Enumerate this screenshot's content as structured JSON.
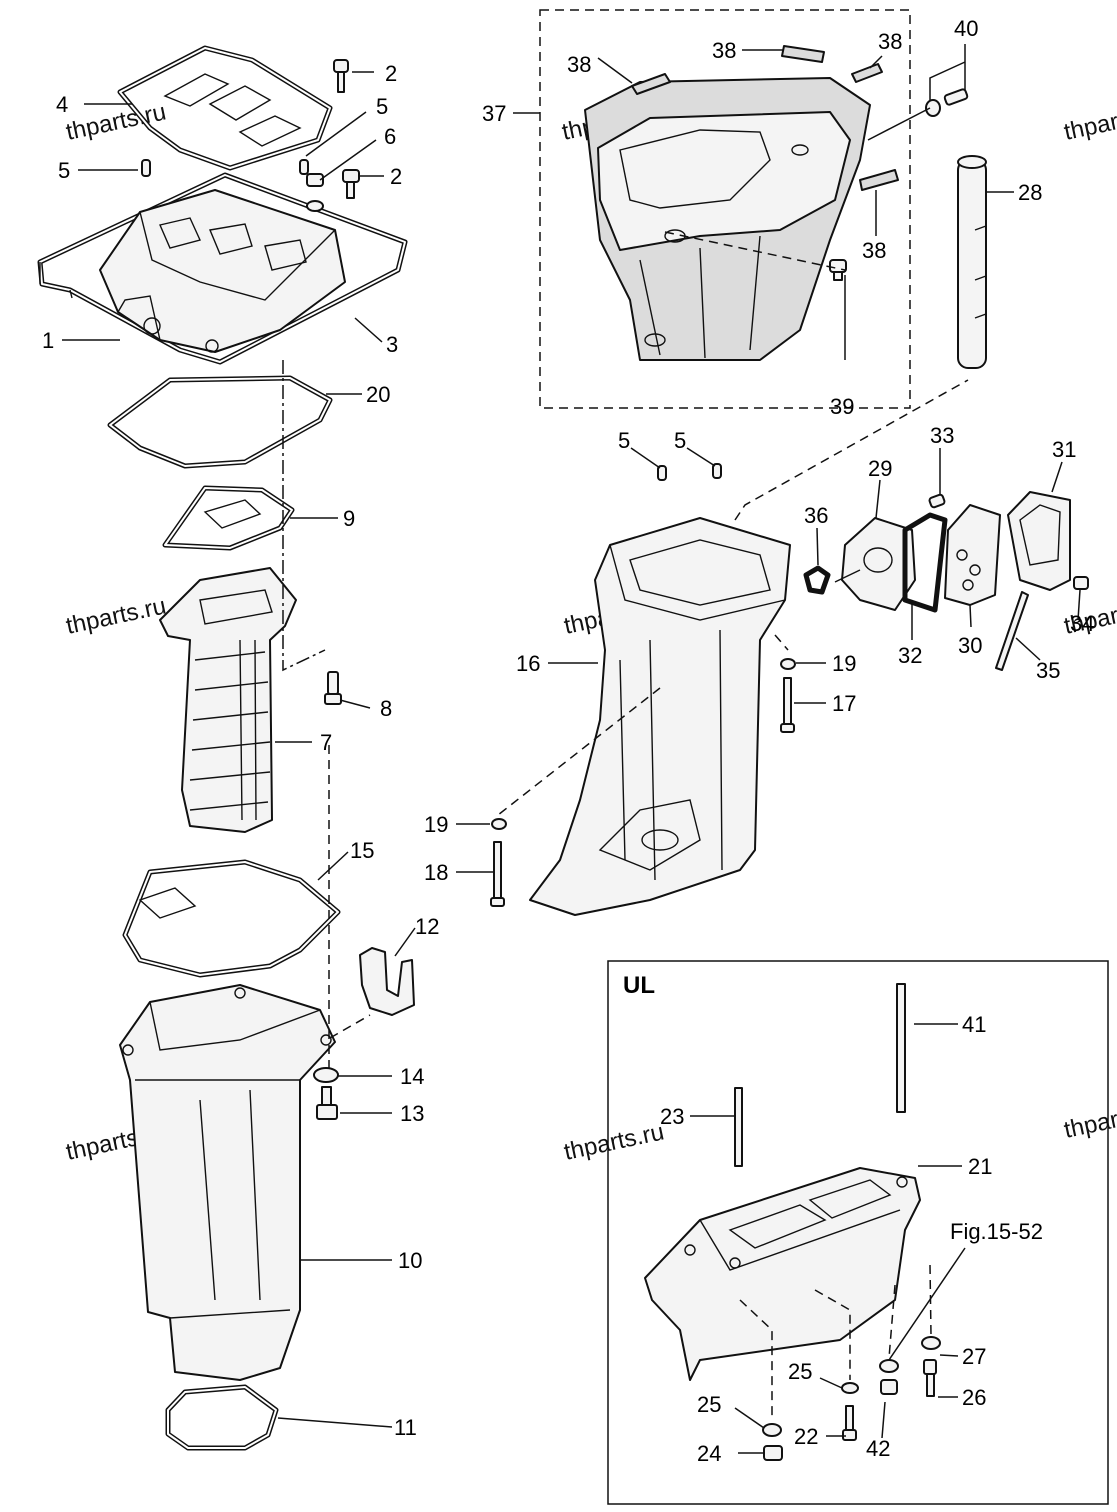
{
  "watermark": "thparts.ru",
  "inset": {
    "title": "UL",
    "figure_ref": "Fig.15-52"
  },
  "labels": {
    "l1": "1",
    "l2a": "2",
    "l2b": "2",
    "l3": "3",
    "l4": "4",
    "l5a": "5",
    "l5b": "5",
    "l5c": "5",
    "l5d": "5",
    "l6": "6",
    "l7": "7",
    "l8": "8",
    "l9": "9",
    "l10": "10",
    "l11": "11",
    "l12": "12",
    "l13": "13",
    "l14": "14",
    "l15": "15",
    "l16": "16",
    "l17": "17",
    "l18": "18",
    "l19a": "19",
    "l19b": "19",
    "l20": "20",
    "l21": "21",
    "l22": "22",
    "l23": "23",
    "l24": "24",
    "l25a": "25",
    "l25b": "25",
    "l26": "26",
    "l27": "27",
    "l28": "28",
    "l29": "29",
    "l30": "30",
    "l31": "31",
    "l32": "32",
    "l33": "33",
    "l34": "34",
    "l35": "35",
    "l36": "36",
    "l37": "37",
    "l38a": "38",
    "l38b": "38",
    "l38c": "38",
    "l38d": "38",
    "l39": "39",
    "l40": "40",
    "l41": "41",
    "l42": "42"
  }
}
